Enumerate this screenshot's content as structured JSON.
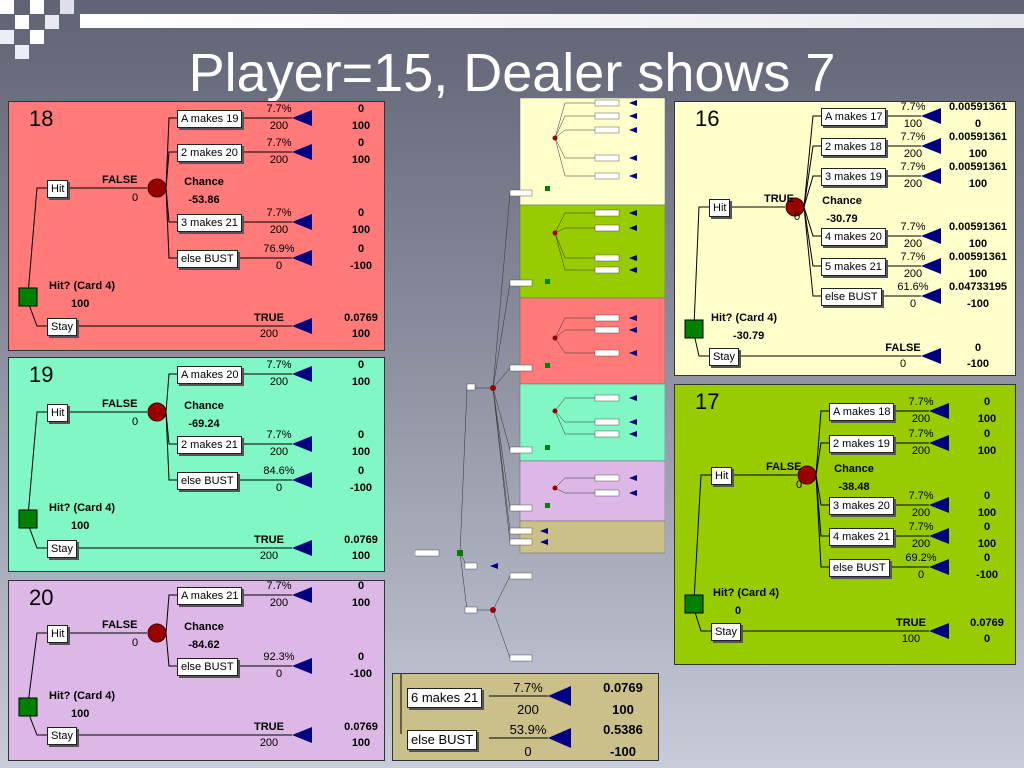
{
  "slide": {
    "title": "Player=15, Dealer shows 7",
    "accent_colors": {
      "red_panel": "#ff7a78",
      "teal_panel": "#80f7c4",
      "purple_panel": "#ddb7e6",
      "yellow_panel": "#ffffcc",
      "green_panel": "#99cc00",
      "tan_panel": "#ccc08a",
      "chance_node": "#990000",
      "terminal": "#000080",
      "decision": "#008000"
    }
  },
  "panels": {
    "p18": {
      "label": "18",
      "branches": [
        {
          "box": "A makes 19",
          "prob": "7.7%",
          "val": "200",
          "o1": "0",
          "o2": "100"
        },
        {
          "box": "2 makes 20",
          "prob": "7.7%",
          "val": "200",
          "o1": "0",
          "o2": "100"
        },
        {
          "box": "3 makes 21",
          "prob": "7.7%",
          "val": "200",
          "o1": "0",
          "o2": "100"
        },
        {
          "box": "else BUST",
          "prob": "76.9%",
          "val": "0",
          "o1": "0",
          "o2": "-100"
        }
      ],
      "hit": "Hit",
      "hit_branch": "FALSE",
      "hit_val": "0",
      "chance": "Chance",
      "chance_val": "-53.86",
      "decision": "Hit? (Card 4)",
      "decision_val": "100",
      "stay": "Stay",
      "stay_branch": "TRUE",
      "stay_val": "200",
      "stay_o1": "0.0769",
      "stay_o2": "100"
    },
    "p19": {
      "label": "19",
      "branches": [
        {
          "box": "A makes 20",
          "prob": "7.7%",
          "val": "200",
          "o1": "0",
          "o2": "100"
        },
        {
          "box": "2 makes 21",
          "prob": "7.7%",
          "val": "200",
          "o1": "0",
          "o2": "100"
        },
        {
          "box": "else BUST",
          "prob": "84.6%",
          "val": "0",
          "o1": "0",
          "o2": "-100"
        }
      ],
      "hit": "Hit",
      "hit_branch": "FALSE",
      "hit_val": "0",
      "chance": "Chance",
      "chance_val": "-69.24",
      "decision": "Hit? (Card 4)",
      "decision_val": "100",
      "stay": "Stay",
      "stay_branch": "TRUE",
      "stay_val": "200",
      "stay_o1": "0.0769",
      "stay_o2": "100"
    },
    "p20": {
      "label": "20",
      "branches": [
        {
          "box": "A makes 21",
          "prob": "7.7%",
          "val": "200",
          "o1": "0",
          "o2": "100"
        },
        {
          "box": "else BUST",
          "prob": "92.3%",
          "val": "0",
          "o1": "0",
          "o2": "-100"
        }
      ],
      "hit": "Hit",
      "hit_branch": "FALSE",
      "hit_val": "0",
      "chance": "Chance",
      "chance_val": "-84.62",
      "decision": "Hit? (Card 4)",
      "decision_val": "100",
      "stay": "Stay",
      "stay_branch": "TRUE",
      "stay_val": "200",
      "stay_o1": "0.0769",
      "stay_o2": "100"
    },
    "p16": {
      "label": "16",
      "branches": [
        {
          "box": "A makes 17",
          "prob": "7.7%",
          "val": "100",
          "o1": "0.00591361",
          "o2": "0"
        },
        {
          "box": "2 makes 18",
          "prob": "7.7%",
          "val": "200",
          "o1": "0.00591361",
          "o2": "100"
        },
        {
          "box": "3 makes 19",
          "prob": "7.7%",
          "val": "200",
          "o1": "0.00591361",
          "o2": "100"
        },
        {
          "box": "4 makes 20",
          "prob": "7.7%",
          "val": "200",
          "o1": "0.00591361",
          "o2": "100"
        },
        {
          "box": "5 makes 21",
          "prob": "7.7%",
          "val": "200",
          "o1": "0.00591361",
          "o2": "100"
        },
        {
          "box": "else BUST",
          "prob": "61.6%",
          "val": "0",
          "o1": "0.04733195",
          "o2": "-100"
        }
      ],
      "hit": "Hit",
      "hit_branch": "TRUE",
      "hit_val": "0",
      "chance": "Chance",
      "chance_val": "-30.79",
      "decision": "Hit? (Card 4)",
      "decision_val": "-30.79",
      "stay": "Stay",
      "stay_branch": "FALSE",
      "stay_val": "0",
      "stay_o1": "0",
      "stay_o2": "-100"
    },
    "p17": {
      "label": "17",
      "branches": [
        {
          "box": "A makes 18",
          "prob": "7.7%",
          "val": "200",
          "o1": "0",
          "o2": "100"
        },
        {
          "box": "2 makes 19",
          "prob": "7.7%",
          "val": "200",
          "o1": "0",
          "o2": "100"
        },
        {
          "box": "3 makes 20",
          "prob": "7.7%",
          "val": "200",
          "o1": "0",
          "o2": "100"
        },
        {
          "box": "4 makes 21",
          "prob": "7.7%",
          "val": "200",
          "o1": "0",
          "o2": "100"
        },
        {
          "box": "else BUST",
          "prob": "69.2%",
          "val": "0",
          "o1": "0",
          "o2": "-100"
        }
      ],
      "hit": "Hit",
      "hit_branch": "FALSE",
      "hit_val": "0",
      "chance": "Chance",
      "chance_val": "-38.48",
      "decision": "Hit? (Card 4)",
      "decision_val": "0",
      "stay": "Stay",
      "stay_branch": "TRUE",
      "stay_val": "100",
      "stay_o1": "0.0769",
      "stay_o2": "0"
    },
    "p21": {
      "branches": [
        {
          "box": "6 makes 21",
          "prob": "7.7%",
          "val": "200",
          "o1": "0.0769",
          "o2": "100"
        },
        {
          "box": "else BUST",
          "prob": "53.9%",
          "val": "0",
          "o1": "0.5386",
          "o2": "-100"
        }
      ]
    }
  }
}
